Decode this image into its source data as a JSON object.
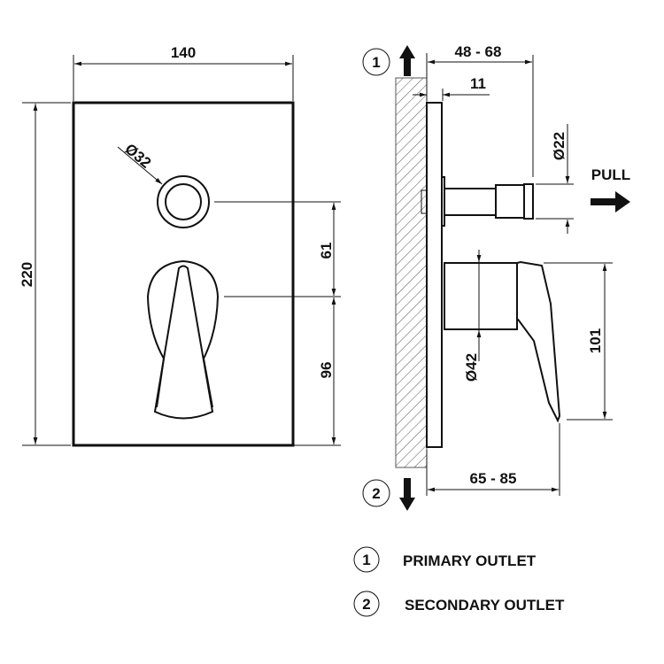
{
  "front_view": {
    "width_dim": "140",
    "height_dim": "220",
    "diverter_diameter": "Ø32",
    "spacing_dim": "61",
    "lever_height_dim": "96"
  },
  "side_view": {
    "depth_dim": "48 - 68",
    "plate_dim": "11",
    "pin_diameter": "Ø22",
    "pull_label": "PULL",
    "body_diameter": "Ø42",
    "lever_dim": "101",
    "lever_depth_dim": "65 - 85",
    "outlet_marker_1": "1",
    "outlet_marker_2": "2"
  },
  "legend": [
    {
      "number": "1",
      "label": "PRIMARY OUTLET"
    },
    {
      "number": "2",
      "label": "SECONDARY OUTLET"
    }
  ]
}
